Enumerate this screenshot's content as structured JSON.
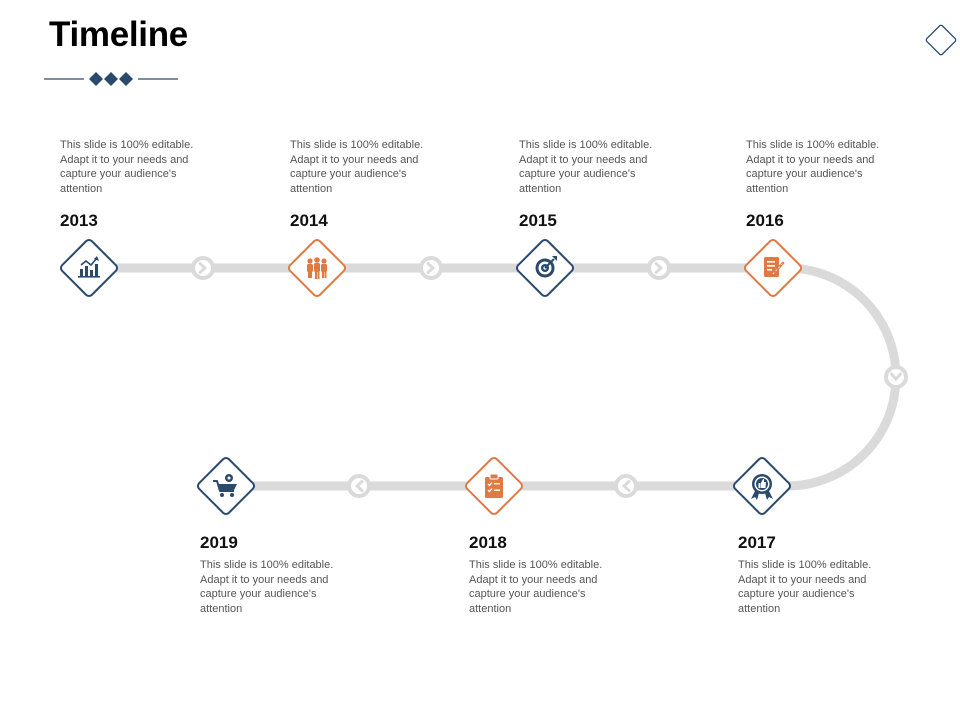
{
  "title": "Timeline",
  "colors": {
    "navy": "#2A4A6D",
    "orange": "#E07A45",
    "track": "#DADADA"
  },
  "milestones": [
    {
      "year": "2013",
      "icon": "bar-chart-icon",
      "color": "navy",
      "text": "This slide is 100% editable. Adapt it to your needs and capture your audience's attention"
    },
    {
      "year": "2014",
      "icon": "team-icon",
      "color": "orange",
      "text": "This slide is 100% editable. Adapt it to your needs and capture your audience's attention"
    },
    {
      "year": "2015",
      "icon": "target-icon",
      "color": "navy",
      "text": "This slide is 100% editable. Adapt it to your needs and capture your audience's attention"
    },
    {
      "year": "2016",
      "icon": "document-edit-icon",
      "color": "orange",
      "text": "This slide is 100% editable. Adapt it to your needs and capture your audience's attention"
    },
    {
      "year": "2017",
      "icon": "award-badge-icon",
      "color": "navy",
      "text": "This slide is 100% editable. Adapt it to your needs and capture your audience's attention"
    },
    {
      "year": "2018",
      "icon": "clipboard-checklist-icon",
      "color": "orange",
      "text": "This slide is 100% editable. Adapt it to your needs and capture your audience's attention"
    },
    {
      "year": "2019",
      "icon": "shopping-cart-icon",
      "color": "navy",
      "text": "This slide is 100% editable. Adapt it to your needs and capture your audience's attention"
    }
  ]
}
